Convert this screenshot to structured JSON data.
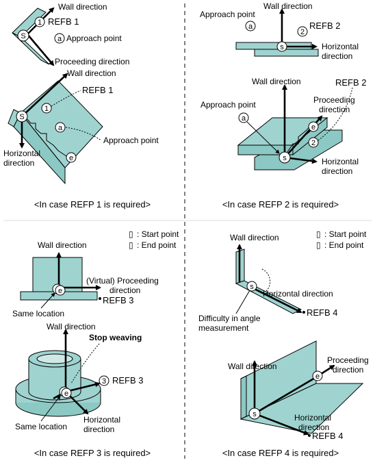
{
  "captions": {
    "refp1": "<In case REFP 1 is required>",
    "refp2": "<In case REFP 2 is required>",
    "refp3": "<In case REFP 3 is required>",
    "refp4": "<In case REFP 4 is required>"
  },
  "legend": {
    "start_glyph": "▯",
    "start_label": ": Start point",
    "end_glyph": "▯",
    "end_label": ": End point"
  },
  "markers": {
    "s": "S",
    "s_lower": "s",
    "one": "1",
    "two": "2",
    "three": "3",
    "a": "a",
    "e": "e"
  },
  "labels": {
    "wall_direction": "Wall direction",
    "approach_point": "Approach point",
    "proceeding_direction": "Proceeding direction",
    "proceeding": "Proceeding",
    "direction": "direction",
    "virtual_proceeding": "(Virtual) Proceeding",
    "horizontal": "Horizontal",
    "horizontal_direction": "Horizontal direction",
    "same_location": "Same location",
    "stop_weaving": "Stop weaving",
    "difficulty_line1": "Difficulty in angle",
    "difficulty_line2": "measurement",
    "refb1": "REFB 1",
    "refb2": "REFB 2",
    "refb3": "REFB 3",
    "refb4": "REFB 4"
  }
}
